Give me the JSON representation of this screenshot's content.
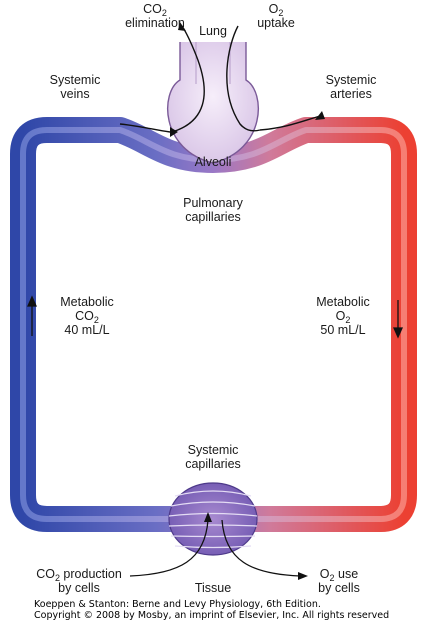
{
  "labels": {
    "co2_elimination": {
      "pre": "CO",
      "sub": "2",
      "post": "",
      "line2": "elimination"
    },
    "lung": "Lung",
    "o2_uptake": {
      "pre": "O",
      "sub": "2",
      "post": "",
      "line2": "uptake"
    },
    "systemic_veins": {
      "line1": "Systemic",
      "line2": "veins"
    },
    "systemic_arteries": {
      "line1": "Systemic",
      "line2": "arteries"
    },
    "alveoli": "Alveoli",
    "pulmonary_capillaries": {
      "line1": "Pulmonary",
      "line2": "capillaries"
    },
    "metabolic_co2": {
      "line1": "Metabolic",
      "pre": "CO",
      "sub": "2",
      "line3": "40 mL/L"
    },
    "metabolic_o2": {
      "line1": "Metabolic",
      "pre": "O",
      "sub": "2",
      "line3": "50 mL/L"
    },
    "systemic_capillaries": {
      "line1": "Systemic",
      "line2": "capillaries"
    },
    "co2_production": {
      "pre": "CO",
      "sub": "2",
      "post": " production",
      "line2": "by cells"
    },
    "tissue": "Tissue",
    "o2_use": {
      "pre": "O",
      "sub": "2",
      "post": " use",
      "line2": "by cells"
    }
  },
  "credit": {
    "line1": "Koeppen & Stanton: Berne and Levy Physiology, 6th Edition.",
    "line2": "Copyright © 2008 by Mosby, an imprint of Elsevier, Inc. All rights reserved"
  },
  "colors": {
    "venous_blue": "#3a55b5",
    "arterial_red": "#e8463a",
    "capillary_purple": "#8a64b8",
    "lung_fill": "#e6d8ee"
  }
}
